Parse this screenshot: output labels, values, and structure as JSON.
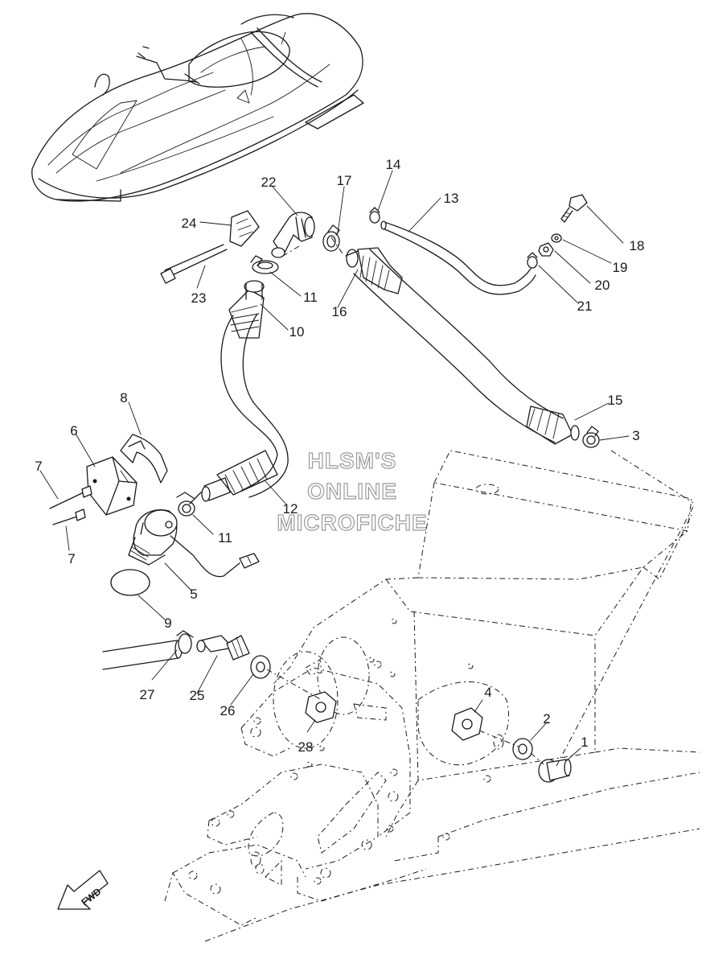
{
  "watermark": {
    "line1": "HLSM'S",
    "line2": "ONLINE",
    "line3": "MICROFICHE"
  },
  "direction_label": "FWD",
  "callouts": [
    {
      "id": "c1",
      "text": "1"
    },
    {
      "id": "c2",
      "text": "2"
    },
    {
      "id": "c3",
      "text": "3"
    },
    {
      "id": "c4",
      "text": "4"
    },
    {
      "id": "c5",
      "text": "5"
    },
    {
      "id": "c6",
      "text": "6"
    },
    {
      "id": "c7a",
      "text": "7"
    },
    {
      "id": "c7b",
      "text": "7"
    },
    {
      "id": "c8",
      "text": "8"
    },
    {
      "id": "c9",
      "text": "9"
    },
    {
      "id": "c10",
      "text": "10"
    },
    {
      "id": "c11a",
      "text": "11"
    },
    {
      "id": "c11b",
      "text": "11"
    },
    {
      "id": "c12",
      "text": "12"
    },
    {
      "id": "c13",
      "text": "13"
    },
    {
      "id": "c14",
      "text": "14"
    },
    {
      "id": "c15",
      "text": "15"
    },
    {
      "id": "c16",
      "text": "16"
    },
    {
      "id": "c17",
      "text": "17"
    },
    {
      "id": "c18",
      "text": "18"
    },
    {
      "id": "c19",
      "text": "19"
    },
    {
      "id": "c20",
      "text": "20"
    },
    {
      "id": "c21",
      "text": "21"
    },
    {
      "id": "c22",
      "text": "22"
    },
    {
      "id": "c23",
      "text": "23"
    },
    {
      "id": "c24",
      "text": "24"
    },
    {
      "id": "c25",
      "text": "25"
    },
    {
      "id": "c26",
      "text": "26"
    },
    {
      "id": "c27",
      "text": "27"
    },
    {
      "id": "c28",
      "text": "28"
    }
  ]
}
